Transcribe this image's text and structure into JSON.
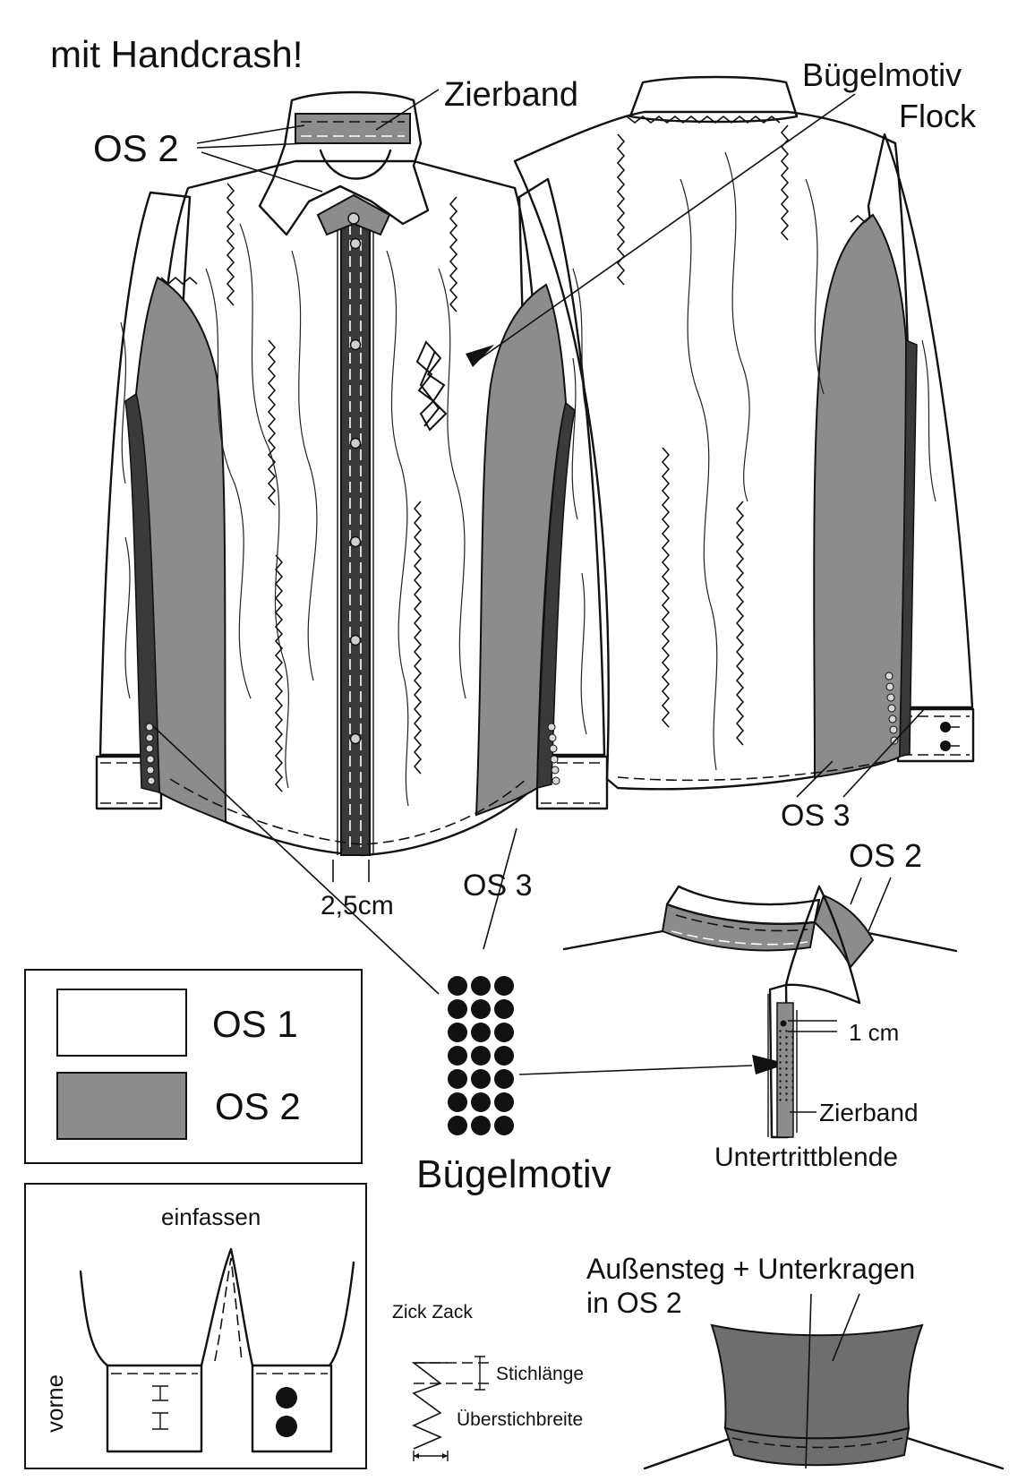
{
  "labels": {
    "title": "mit Handcrash!",
    "zierband_top": "Zierband",
    "os2_callout": "OS 2",
    "buegelmotiv_flock_line1": "Bügelmotiv",
    "buegelmotiv_flock_line2": "Flock",
    "os3_right": "OS 3",
    "os2_collar": "OS 2",
    "os3_center": "OS 3",
    "width_25cm": "2,5cm",
    "buegelmotiv_big": "Bügelmotiv",
    "one_cm": "1 cm",
    "zierband_small": "Zierband",
    "untertrittblende": "Untertrittblende",
    "einfassen": "einfassen",
    "vorne": "vorne",
    "zick_zack": "Zick Zack",
    "stichlaenge": "Stichlänge",
    "ueberstichbreite": "Überstichbreite",
    "aussensteg_line1": "Außensteg + Unterkragen",
    "aussensteg_line2": "in OS 2"
  },
  "legend": {
    "items": [
      {
        "label": "OS 1",
        "color": "#ffffff"
      },
      {
        "label": "OS 2",
        "color": "#8c8c8c"
      }
    ]
  },
  "colors": {
    "os1": "#ffffff",
    "os2": "#8c8c8c",
    "os3": "#3a3a3a",
    "ink": "#111111"
  }
}
